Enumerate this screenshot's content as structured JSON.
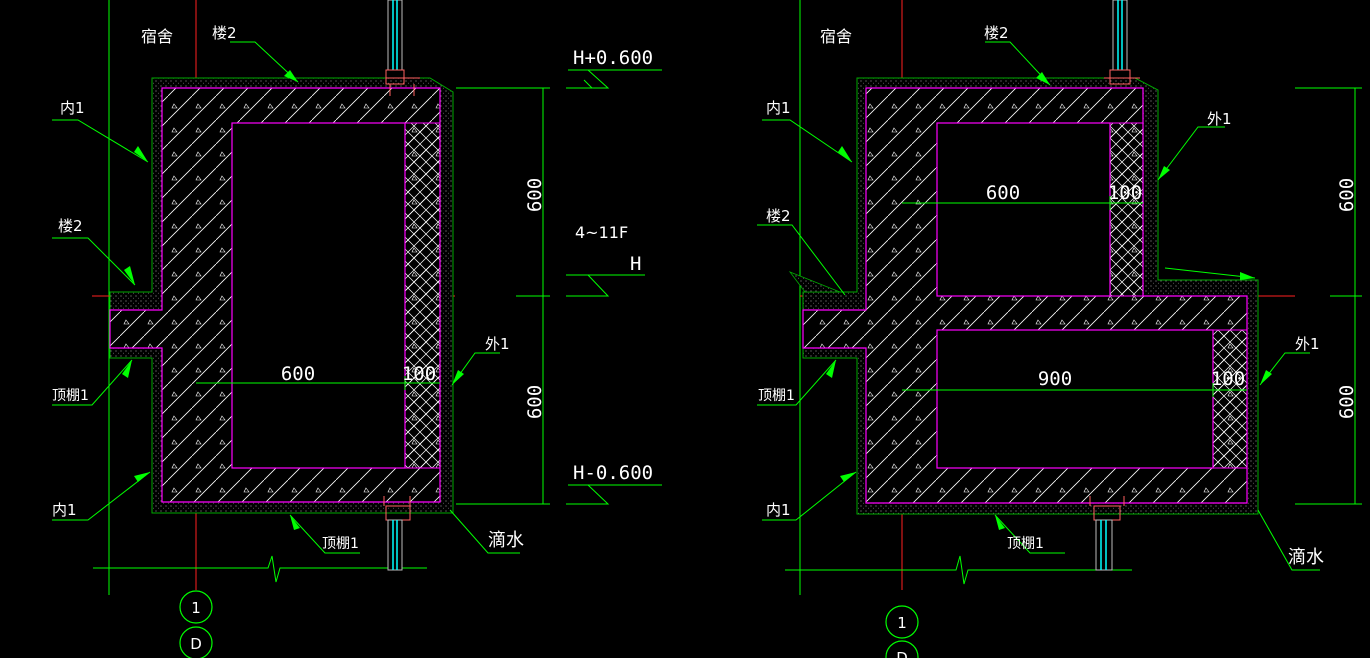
{
  "colors": {
    "background": "#000000",
    "leader": "#00ff00",
    "axis": "#ff0000",
    "finish": "#ff00ff",
    "concrete_hatch": "#ffffff",
    "plaster": "#00aa00",
    "window": "#00ffff",
    "window_frame": "#ff6060",
    "text": "#ffffff"
  },
  "left": {
    "room_label": "宿舍",
    "labels": {
      "floor_top": "楼2",
      "inner_top": "内1",
      "floor_mid": "楼2",
      "ceiling_left": "顶棚1",
      "inner_bottom": "内1",
      "ceiling_bottom": "顶棚1",
      "outer": "外1",
      "drip": "滴水"
    },
    "dims": {
      "width": "600",
      "insulation": "100",
      "upper_h": "600",
      "lower_h": "600"
    },
    "elevations": {
      "top": "H+0.600",
      "mid": "H",
      "bottom": "H-0.600",
      "floors": "4~11F"
    },
    "grid": {
      "axis_1": "1",
      "axis_d": "D"
    }
  },
  "right": {
    "room_label": "宿舍",
    "labels": {
      "floor_top": "楼2",
      "inner_top": "内1",
      "floor_mid": "楼2",
      "ceiling_left": "顶棚1",
      "inner_bottom": "内1",
      "ceiling_bottom": "顶棚1",
      "outer_top": "外1",
      "outer_bottom": "外1",
      "drip": "滴水"
    },
    "dims": {
      "upper_width": "600",
      "upper_insulation": "100",
      "lower_width": "900",
      "lower_insulation": "100",
      "upper_h": "600",
      "lower_h": "600"
    },
    "grid": {
      "axis_1": "1",
      "axis_d": "D"
    }
  }
}
